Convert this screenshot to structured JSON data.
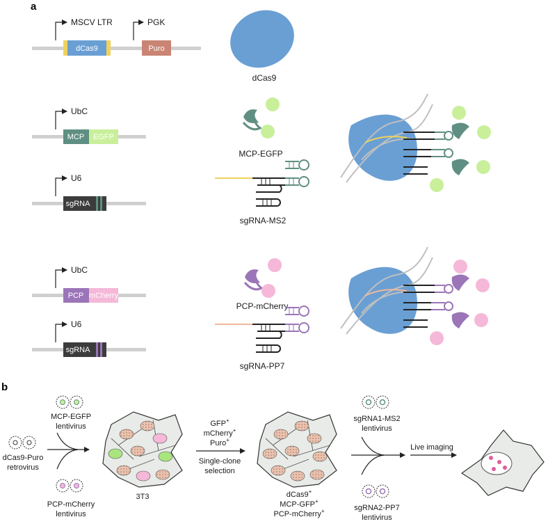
{
  "panel_a": {
    "label": "a",
    "constructs": {
      "dcas9": {
        "promoter1": "MSCV LTR",
        "promoter2": "PGK",
        "box1": "dCas9",
        "box2": "Puro"
      },
      "mcp": {
        "promoter": "UbC",
        "box1": "MCP",
        "box2": "EGFP"
      },
      "sgrna_ms2": {
        "promoter": "U6",
        "box": "sgRNA"
      },
      "pcp": {
        "promoter": "UbC",
        "box1": "PCP",
        "box2": "mCherry"
      },
      "sgrna_pp7": {
        "promoter": "U6",
        "box": "sgRNA"
      }
    },
    "components": {
      "dcas9": "dCas9",
      "mcp_egfp": "MCP-EGFP",
      "sgrna_ms2": "sgRNA-MS2",
      "pcp_mcherry": "PCP-mCherry",
      "sgrna_pp7": "sgRNA-PP7"
    }
  },
  "panel_b": {
    "label": "b",
    "dcas9_virus": [
      "dCas9-Puro",
      "retrovirus"
    ],
    "mcp_virus": [
      "MCP-EGFP",
      "lentivirus"
    ],
    "pcp_virus": [
      "PCP-mCherry",
      "lentivirus"
    ],
    "cell_line": "3T3",
    "selection_markers": [
      "GFP",
      "mCherry",
      "Puro"
    ],
    "selection_step": [
      "Single-clone",
      "selection"
    ],
    "result_lines": [
      "dCas9",
      "MCP-GFP",
      "PCP-mCherry"
    ],
    "sgrna1_virus": [
      "sgRNA1-MS2",
      "lentivirus"
    ],
    "sgrna2_virus": [
      "sgRNA2-PP7",
      "lentivirus"
    ],
    "imaging": "Live imaging",
    "superscript": "+"
  },
  "colors": {
    "dcas9": "#6a9fd4",
    "puro": "#c98473",
    "mcp": "#5f8f82",
    "egfp": "#c9ef9b",
    "pcp": "#9b75b8",
    "mcherry": "#f5b8d8",
    "sgrna_box": "#3c3c3c",
    "dna": "#cfcfcf",
    "insulator": "#f0d25a",
    "spacer_ms2": "#f0d25a",
    "spacer_pp7": "#f2b99a",
    "cell_fill": "#e8ebe8",
    "nucleus": "#e8c6b5"
  }
}
